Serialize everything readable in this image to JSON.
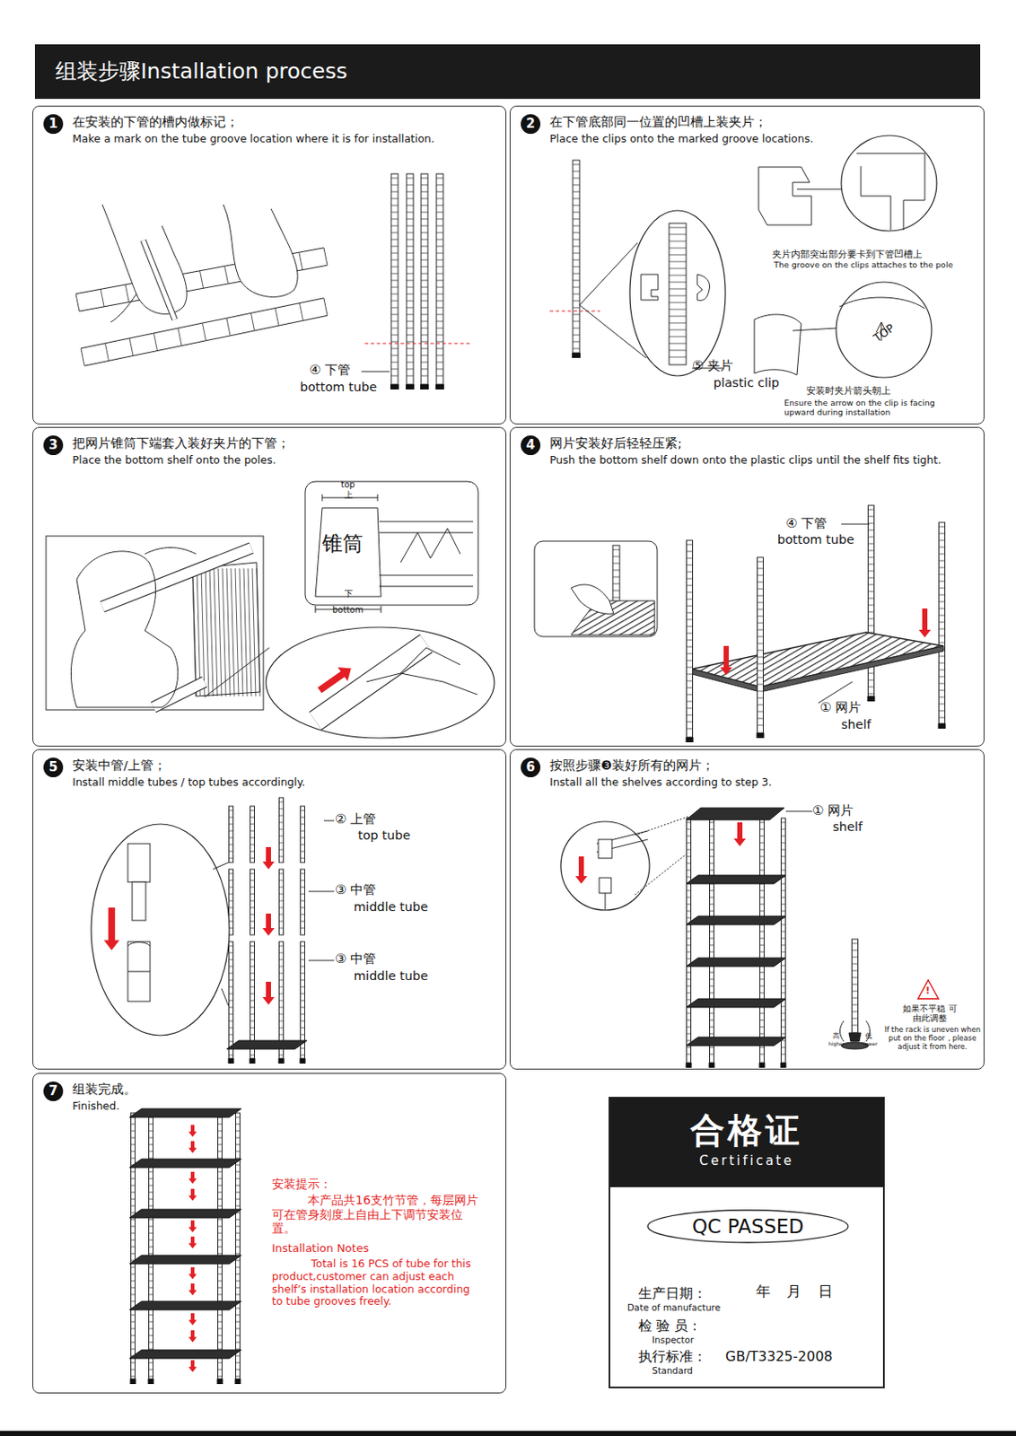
{
  "diagram": {
    "title": "组装步骤Installation process",
    "nodes": [
      {
        "text": [
          "1",
          "在安装的下管的槽内做标记；",
          "Make a mark on the tube groove location where it is for installation."
        ]
      },
      {
        "text": [
          "2",
          "在下管底部同一位置的凹槽上装夹片；",
          "Place the clips onto the marked groove locations."
        ]
      },
      {
        "text": [
          "3",
          "把网片锥筒下端套入装好夹片的下管；",
          "Place the bottom shelf onto the poles."
        ]
      },
      {
        "text": [
          "4",
          "网片安装好后轻轻压紧;",
          "Push the bottom shelf down onto the plastic clips until the shelf fits tight."
        ]
      },
      {
        "text": [
          "5",
          "安装中管/上管；",
          "Install middle tubes / top tubes accordingly."
        ]
      },
      {
        "text": [
          "6",
          "按照步骤❸装好所有的网片；",
          "Install all the shelves according to step 3."
        ]
      },
      {
        "text": [
          "7",
          "组装完成。",
          "Finished."
        ]
      },
      {
        "text": [
          "合格证",
          "Certificate"
        ]
      },
      {
        "text": [
          "QC PASSED"
        ],
        "in": 7
      }
    ],
    "labels": [
      "④ 下管",
      "bottom tube",
      "夹片内部突出部分要卡到下管凹槽上",
      "The groove on the clips attaches to the pole",
      "TOP",
      "⑤ 夹片",
      "plastic clip",
      "安装时夹片箭头朝上",
      "Ensure the arrow on the clip is facing upward during installation",
      "top",
      "上",
      "锥筒",
      "下",
      "bottom",
      "④ 下管",
      "bottom tube",
      "① 网片",
      "shelf",
      "② 上管",
      "top tube",
      "③ 中管",
      "middle tube",
      "③ 中管",
      "middle tube",
      "① 网片",
      "shelf",
      "!",
      "如果不平稳 可由此调整",
      "If the rack is uneven when put on the floor，please adjust it from here.",
      "高",
      "higher",
      "低",
      "lower",
      "安装提示：",
      "本产品共16支竹节管，每层网片可在管身刻度上自由上下调节安装位置。",
      "Installation Notes",
      "Total is 16 PCS of tube for this product,customer can adjust each shelf’s installation location according to tube grooves freely.",
      "生产日期：",
      "Date of manufacture",
      "年 月 日",
      "检 验 员：",
      "Inspector",
      "执行标准：",
      "GB/T3325-2008",
      "Standard"
    ]
  }
}
